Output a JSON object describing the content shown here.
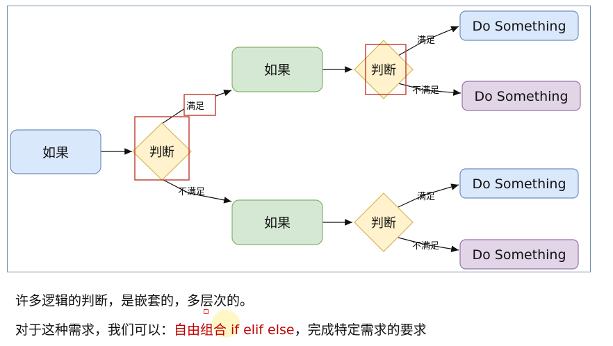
{
  "diagram": {
    "root": {
      "label": "如果"
    },
    "decision_root": {
      "label": "判断"
    },
    "upper_if": {
      "label": "如果"
    },
    "lower_if": {
      "label": "如果"
    },
    "upper_decision": {
      "label": "判断"
    },
    "lower_decision": {
      "label": "判断"
    },
    "edge_labels": {
      "root_yes": "满足",
      "root_no": "不满足",
      "upper_yes": "满足",
      "upper_no": "不满足",
      "lower_yes": "满足",
      "lower_no": "不满足"
    },
    "actions": [
      {
        "label": "Do Something"
      },
      {
        "label": "Do Something"
      },
      {
        "label": "Do Something"
      },
      {
        "label": "Do Something"
      }
    ],
    "colors": {
      "blue_fill": "#dae8fc",
      "blue_stroke": "#6c8ebf",
      "green_fill": "#d5e8d4",
      "green_stroke": "#82b366",
      "yellow_fill": "#fff2cc",
      "yellow_stroke": "#d6b656",
      "purple_fill": "#e1d5e7",
      "purple_stroke": "#9673a6",
      "highlight": "#c0392b"
    }
  },
  "captions": {
    "line1": "许多逻辑的判断，是嵌套的，多层次的。",
    "line2_prefix": "对于这种需求，我们可以：",
    "line2_highlight": "自由组合 if elif else",
    "line2_suffix": "，完成特定需求的要求"
  }
}
